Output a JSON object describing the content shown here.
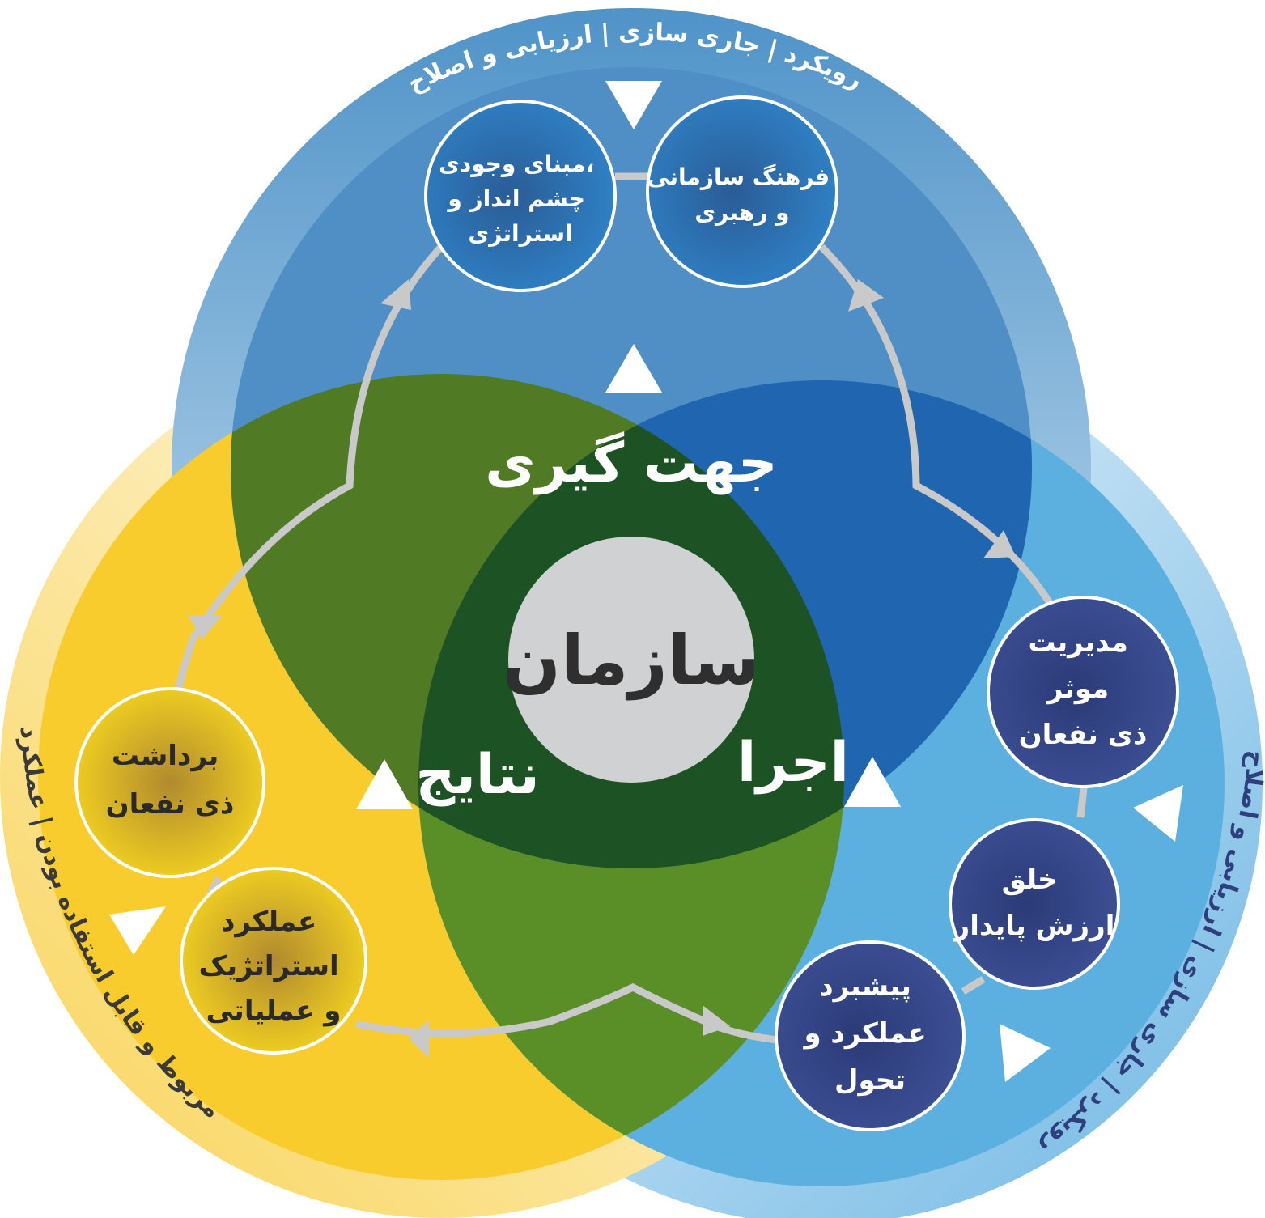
{
  "ring_labels": {
    "top": "رویکرد  |  جاری سازی  |  ارزیابی و اصلاح",
    "right": "رویکرد  |  جاری سازی  |  ارزیابی و اصلاح",
    "left": "مربوط و قابل استفاده بودن  |  عملکرد"
  },
  "center": {
    "label": "سازمان"
  },
  "sections": {
    "direction": "جهت گیری",
    "execution": "اجرا",
    "results": "نتایج"
  },
  "nodes": {
    "vision": [
      "مبنای وجودی،",
      "چشم انداز و",
      "استراتژی"
    ],
    "culture": [
      "فرهنگ سازمانی",
      "و رهبری"
    ],
    "stakeholder_mgmt": [
      "مدیریت",
      "موثر",
      "ذی نفعان"
    ],
    "value_creation": [
      "خلق",
      "ارزش پایدار"
    ],
    "performance": [
      "پیشبرد",
      "عملکرد و",
      "تحول"
    ],
    "perception": [
      "برداشت",
      "ذی نفعان"
    ],
    "strategic_performance": [
      "عملکرد",
      "استراتژیک",
      "و عملیاتی"
    ]
  },
  "colors": {
    "direction_blue": "#4f8fc6",
    "execution_blue": "#5cb0e0",
    "results_yellow": "#f8cc2d",
    "green_overlap": "#507a24",
    "dark_green_core": "#1d5224",
    "navy_node": "#2f3f7e",
    "core_circle": "#d0d1d3"
  }
}
